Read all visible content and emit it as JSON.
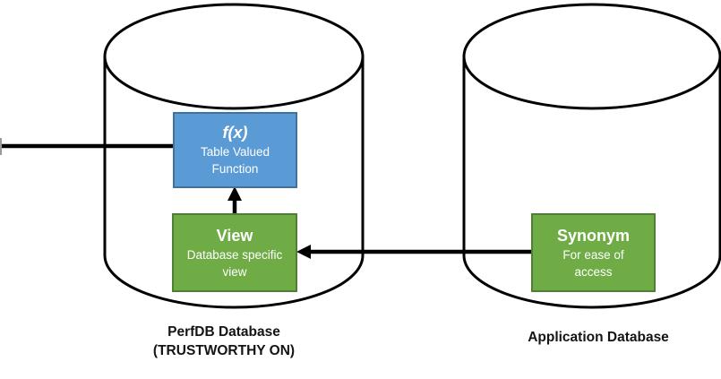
{
  "diagram": {
    "left_cylinder": {
      "label_line1": "PerfDB Database",
      "label_line2": "(TRUSTWORTHY ON)"
    },
    "right_cylinder": {
      "label": "Application Database"
    },
    "nodes": {
      "tvf": {
        "title": "f(x)",
        "subtitle_lines": [
          "Table Valued",
          "Function"
        ]
      },
      "view": {
        "title": "View",
        "subtitle_lines": [
          "Database specific",
          "view"
        ]
      },
      "synonym": {
        "title": "Synonym",
        "subtitle_lines": [
          "For ease of",
          "access"
        ]
      }
    },
    "edges": [
      {
        "from": "external-left",
        "to": "tvf",
        "arrowhead": "none"
      },
      {
        "from": "view",
        "to": "tvf",
        "arrowhead": "up"
      },
      {
        "from": "synonym",
        "to": "view",
        "arrowhead": "left"
      }
    ],
    "colors": {
      "function_fill": "#5B9BD5",
      "function_border": "#41719C",
      "green_fill": "#6FAC46",
      "green_border": "#4F7F32",
      "connector": "#000000",
      "cylinder_stroke": "#000000",
      "label_text": "#141414",
      "node_text": "#ffffff"
    }
  }
}
